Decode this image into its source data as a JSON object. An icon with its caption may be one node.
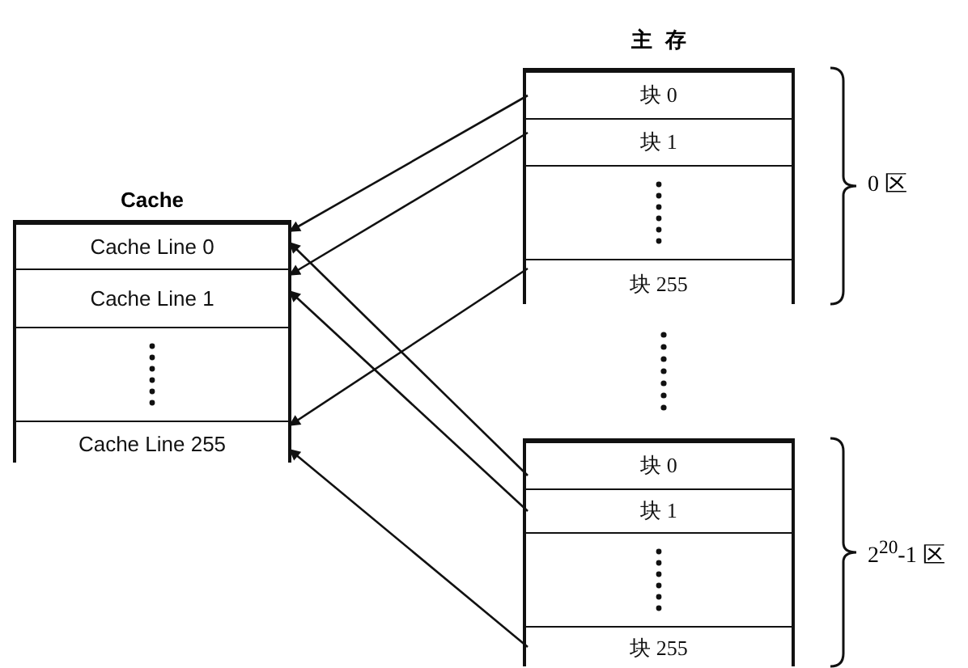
{
  "diagram": {
    "nodes": [
      {
        "text": [
          "Cache"
        ]
      },
      {
        "text": [
          "Cache Line 0"
        ],
        "in": 0
      },
      {
        "text": [
          "Cache Line 1"
        ],
        "in": 0
      },
      {
        "text": [],
        "shape": "box",
        "in": 0
      },
      {
        "text": [
          "Cache Line 255"
        ],
        "in": 0
      },
      {
        "text": [
          "主存"
        ],
        "beside": [
          "0 区"
        ]
      },
      {
        "text": [
          "块 0"
        ],
        "in": 5
      },
      {
        "text": [
          "块 1"
        ],
        "in": 5
      },
      {
        "text": [],
        "shape": "box",
        "in": 5
      },
      {
        "text": [
          "块 255"
        ],
        "in": 5
      },
      {
        "text": [],
        "shape": "box",
        "beside": [
          "2$^{20}$-1 区"
        ]
      },
      {
        "text": [
          "块 0"
        ],
        "in": 10
      },
      {
        "text": [
          "块 1"
        ],
        "in": 10
      },
      {
        "text": [],
        "shape": "box",
        "in": 10
      },
      {
        "text": [
          "块 255"
        ],
        "in": 10
      }
    ],
    "edges": [
      {
        "from": 6,
        "to": 1,
        "arrow": "to"
      },
      {
        "from": 7,
        "to": 2,
        "arrow": "to"
      },
      {
        "from": 9,
        "to": 4,
        "arrow": "to"
      },
      {
        "from": 11,
        "to": 1,
        "arrow": "to"
      },
      {
        "from": 12,
        "to": 2,
        "arrow": "to"
      },
      {
        "from": 14,
        "to": 4,
        "arrow": "to"
      }
    ]
  }
}
